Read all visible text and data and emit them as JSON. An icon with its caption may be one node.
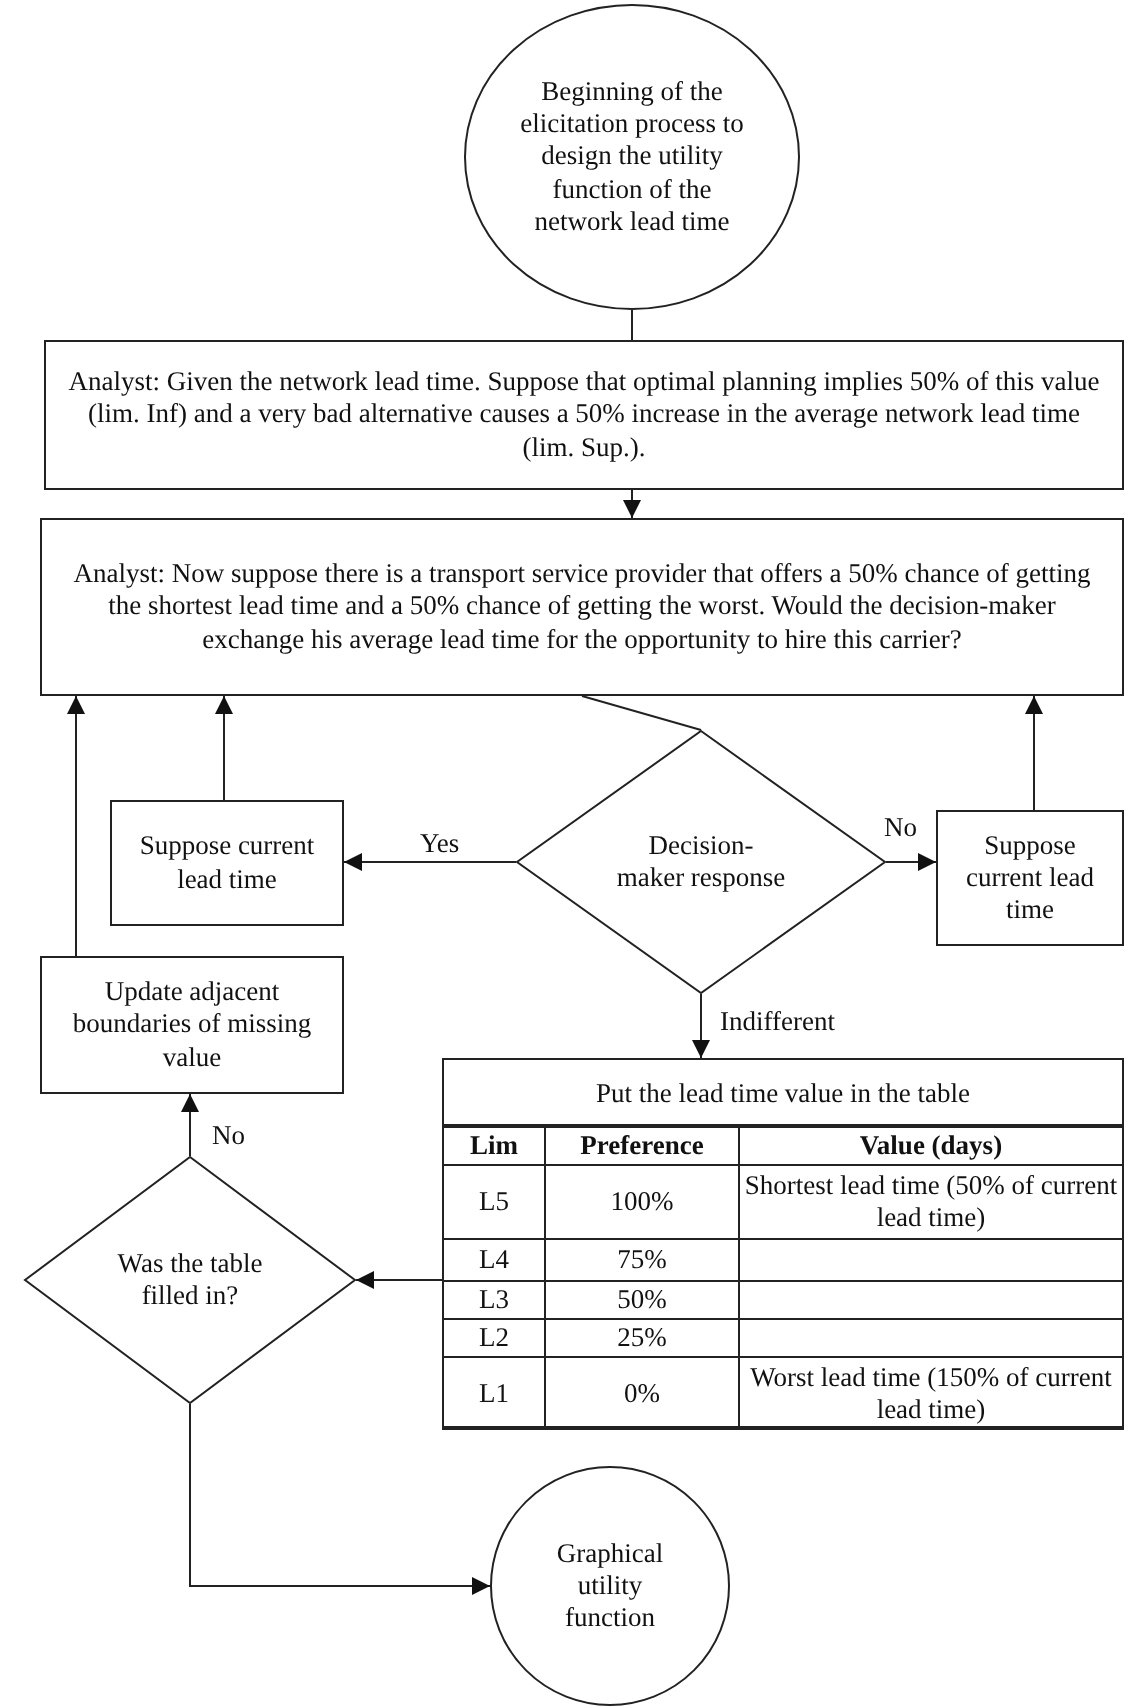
{
  "diagram": {
    "nodes": [
      {
        "text": [
          "Beginning of the elicitation process to design the utility function of the network lead time"
        ]
      },
      {
        "text": [
          "Analyst: Given the network lead time.  Suppose that optimal planning implies 50% of this value (lim. Inf) and a very bad alternative causes a 50% increase in the average network lead time (lim. Sup.)."
        ]
      },
      {
        "text": [
          "Analyst: Now suppose there is a transport service provider that offers a 50% chance of getting the shortest lead time and a 50% chance of getting the worst. Would the decision-maker exchange his average lead time for the opportunity to hire this carrier?"
        ]
      },
      {
        "text": [
          "Decision-maker response"
        ]
      },
      {
        "text": [
          "Suppose current lead time"
        ]
      },
      {
        "text": [
          "Suppose current lead time"
        ]
      },
      {
        "text": [
          "Update adjacent boundaries of missing value"
        ]
      },
      {
        "text": [
          "Put the lead time value in the table"
        ]
      },
      {
        "text": [
          "Was the table filled in?"
        ]
      },
      {
        "text": [
          "Graphical utility function"
        ]
      }
    ],
    "edges": [
      {
        "from": 0,
        "to": 1,
        "arrow": "none"
      },
      {
        "from": 1,
        "to": 2,
        "arrow": "to"
      },
      {
        "from": 2,
        "to": 3,
        "arrow": "none"
      },
      {
        "from": 3,
        "to": 4,
        "arrow": "to",
        "label": "Yes"
      },
      {
        "from": 3,
        "to": 5,
        "arrow": "to",
        "label": "No"
      },
      {
        "from": 4,
        "to": 2,
        "arrow": "to"
      },
      {
        "from": 5,
        "to": 2,
        "arrow": "to"
      },
      {
        "from": 3,
        "to": 7,
        "arrow": "to",
        "label": "Indifferent"
      },
      {
        "from": 7,
        "to": 8,
        "arrow": "to"
      },
      {
        "from": 8,
        "to": 6,
        "arrow": "to",
        "label": "No"
      },
      {
        "from": 6,
        "to": 2,
        "arrow": "to"
      },
      {
        "from": 8,
        "to": 9,
        "arrow": "to"
      }
    ],
    "labels": [
      "Lim",
      "Preference",
      "Value (days)",
      "L5",
      "100%",
      "Shortest lead time (50% of current lead time)",
      "L4",
      "75%",
      "L3",
      "50%",
      "L2",
      "25%",
      "L1",
      "0%",
      "Worst lead time (150% of current lead time)"
    ]
  }
}
